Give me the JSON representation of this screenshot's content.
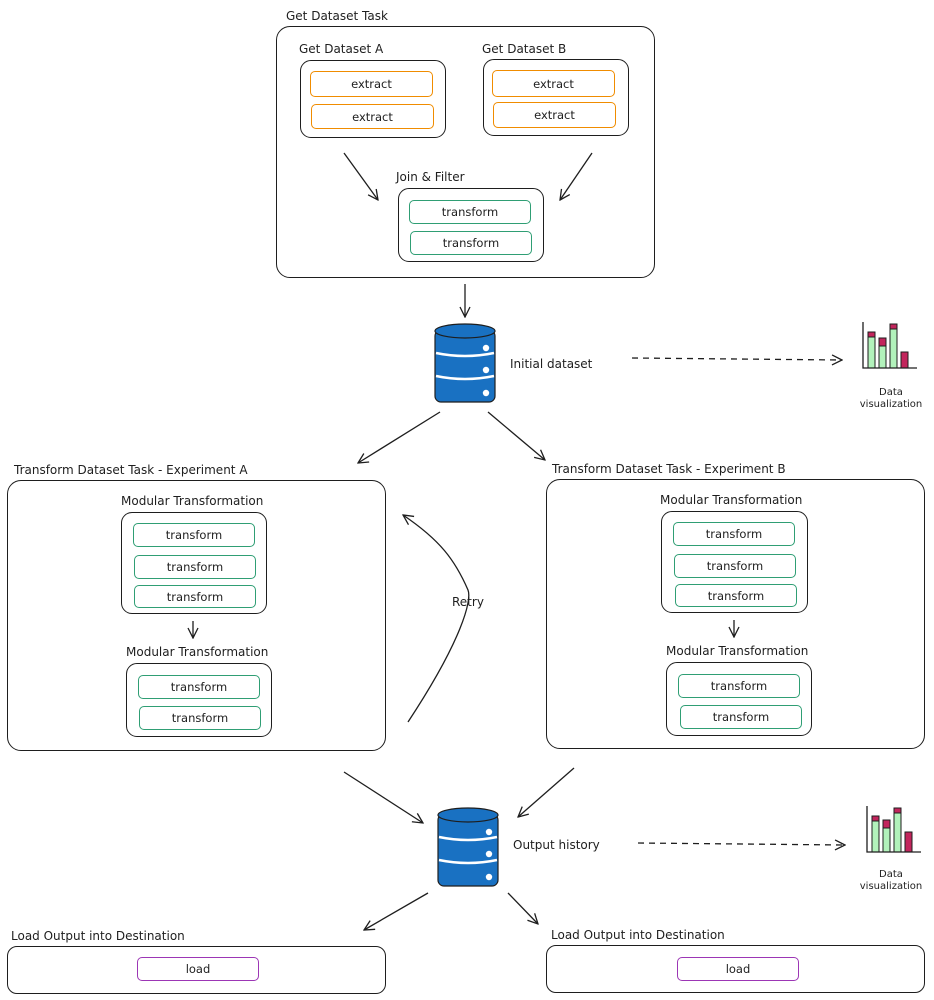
{
  "get_dataset_task": {
    "title": "Get Dataset Task",
    "dataset_a": {
      "title": "Get Dataset A",
      "steps": [
        "extract",
        "extract"
      ]
    },
    "dataset_b": {
      "title": "Get Dataset B",
      "steps": [
        "extract",
        "extract"
      ]
    },
    "join_filter": {
      "title": "Join & Filter",
      "steps": [
        "transform",
        "transform"
      ]
    }
  },
  "initial_dataset": {
    "label": "Initial dataset",
    "viz_caption_line1": "Data",
    "viz_caption_line2": "visualization"
  },
  "experiment_a": {
    "title": "Transform Dataset Task - Experiment A",
    "group1": {
      "title": "Modular Transformation",
      "steps": [
        "transform",
        "transform",
        "transform"
      ]
    },
    "group2": {
      "title": "Modular Transformation",
      "steps": [
        "transform",
        "transform"
      ]
    }
  },
  "experiment_b": {
    "title": "Transform Dataset Task - Experiment B",
    "group1": {
      "title": "Modular Transformation",
      "steps": [
        "transform",
        "transform",
        "transform"
      ]
    },
    "group2": {
      "title": "Modular Transformation",
      "steps": [
        "transform",
        "transform"
      ]
    }
  },
  "retry_label": "Retry",
  "output_history": {
    "label": "Output history",
    "viz_caption_line1": "Data",
    "viz_caption_line2": "visualization"
  },
  "load_a": {
    "title": "Load Output into Destination",
    "step": "load"
  },
  "load_b": {
    "title": "Load Output into Destination",
    "step": "load"
  },
  "colors": {
    "stroke": "#1e1e1e",
    "extract": "#f08c00",
    "transform": "#2f9e74",
    "load": "#9c36b5",
    "database": "#1971c2",
    "viz_green": "#b2f2bb",
    "viz_red": "#c2255c"
  },
  "icons": [
    "database-icon",
    "bar-chart-icon"
  ]
}
